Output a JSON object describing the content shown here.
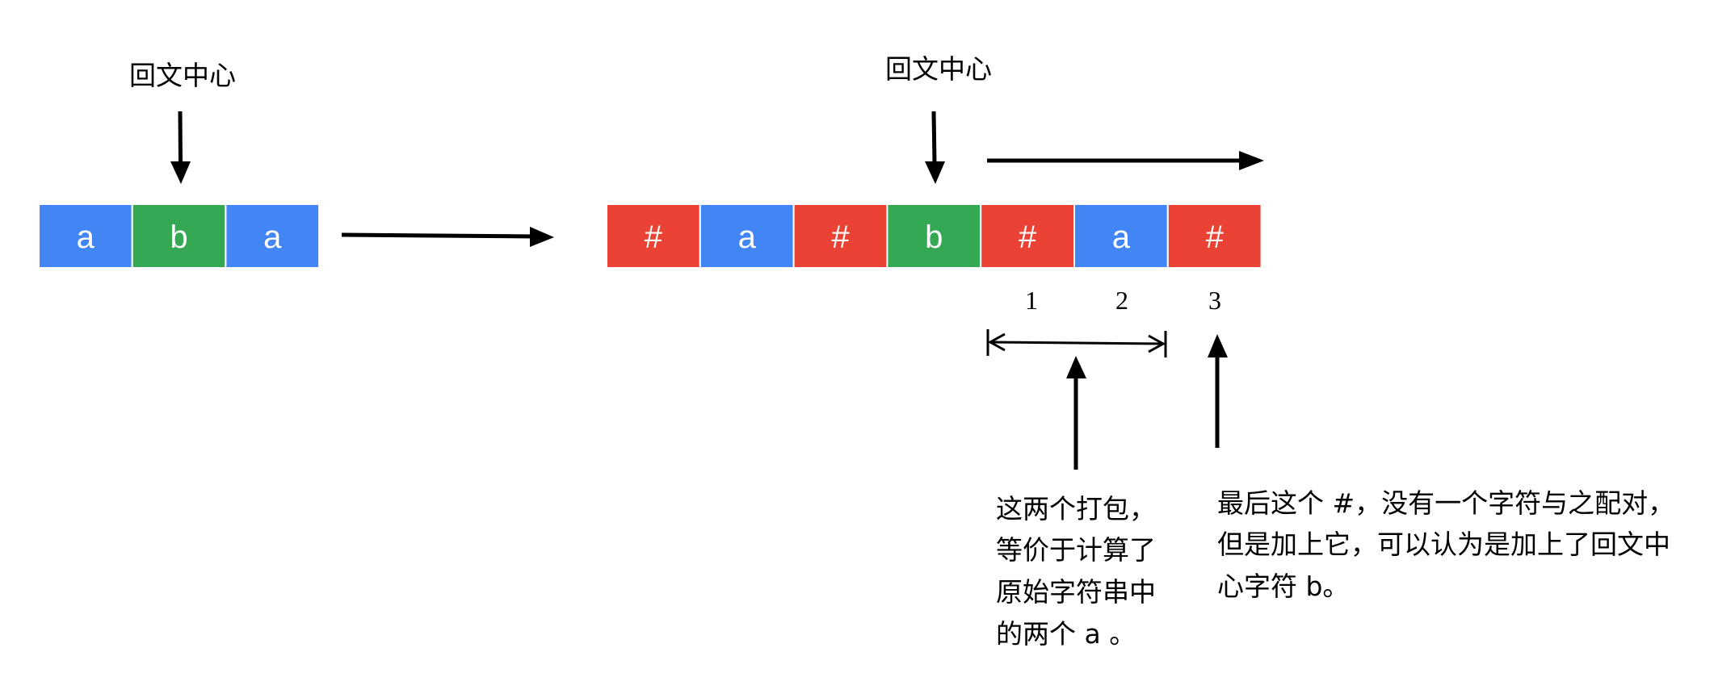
{
  "left_diagram": {
    "center_label": "回文中心",
    "cells": [
      {
        "text": "a",
        "color": "#4285F4"
      },
      {
        "text": "b",
        "color": "#34A853"
      },
      {
        "text": "a",
        "color": "#4285F4"
      }
    ]
  },
  "right_diagram": {
    "center_label": "回文中心",
    "cells": [
      {
        "text": "#",
        "color": "#EA4335"
      },
      {
        "text": "a",
        "color": "#4285F4"
      },
      {
        "text": "#",
        "color": "#EA4335"
      },
      {
        "text": "b",
        "color": "#34A853"
      },
      {
        "text": "#",
        "color": "#EA4335"
      },
      {
        "text": "a",
        "color": "#4285F4"
      },
      {
        "text": "#",
        "color": "#EA4335"
      }
    ],
    "indices": [
      "1",
      "2",
      "3"
    ]
  },
  "notes": {
    "pair_note": [
      "这两个打包，",
      "等价于计算了",
      "原始字符串中",
      "的两个 a 。"
    ],
    "last_hash_note": [
      "最后这个 #，没有一个字符与之配对，",
      "但是加上它，可以认为是加上了回文中",
      "心字符 b。"
    ]
  },
  "colors": {
    "arrow": "#000000",
    "cell_text": "#FFFFFF",
    "background": "#FFFFFF"
  }
}
